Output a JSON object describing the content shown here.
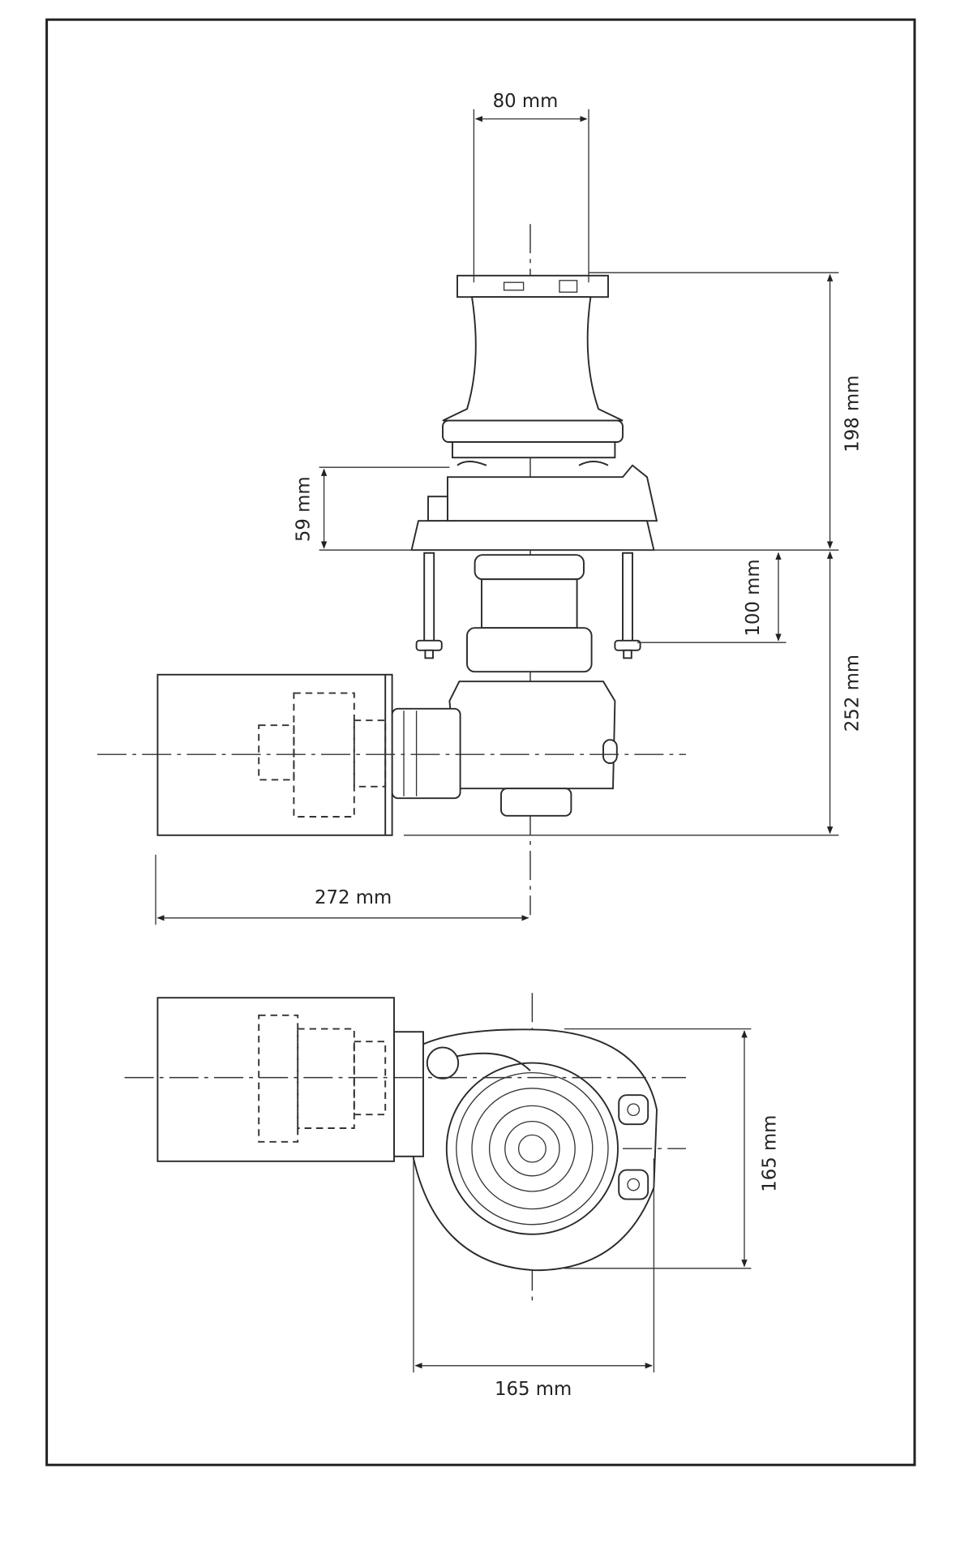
{
  "dimensions": {
    "top_width": "80 mm",
    "top_height": "198 mm",
    "deck_above": "59 mm",
    "stud_length": "100 mm",
    "below_deck": "252 mm",
    "overall_length": "272 mm",
    "base_width": "165 mm",
    "base_depth": "165 mm"
  },
  "colors": {
    "line": "#2a2a2a",
    "frame": "#222222",
    "background": "#ffffff"
  }
}
